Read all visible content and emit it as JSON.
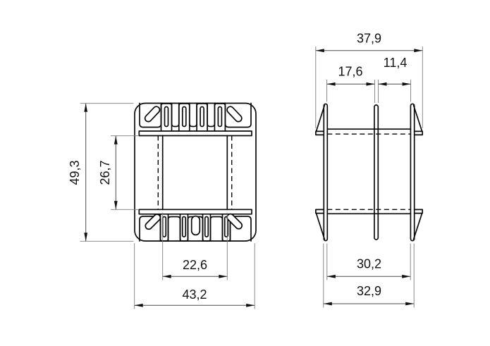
{
  "views": {
    "front": {
      "label": "front-view",
      "dimensions": {
        "overall_height": "49,3",
        "winding_window_height": "26,7",
        "winding_window_width": "22,6",
        "overall_width": "43,2"
      }
    },
    "side": {
      "label": "side-view",
      "dimensions": {
        "overall_width_over_pins": "37,9",
        "flange_pitch_left": "17,6",
        "flange_pitch_right": "11,4",
        "flange_inner_spacing": "30,2",
        "flange_outer_spacing": "32,9"
      }
    }
  },
  "style": {
    "background": "#ffffff",
    "outline_color": "#0a0a0a",
    "dimension_line_color": "#4a4a4a",
    "text_color": "#111111"
  }
}
